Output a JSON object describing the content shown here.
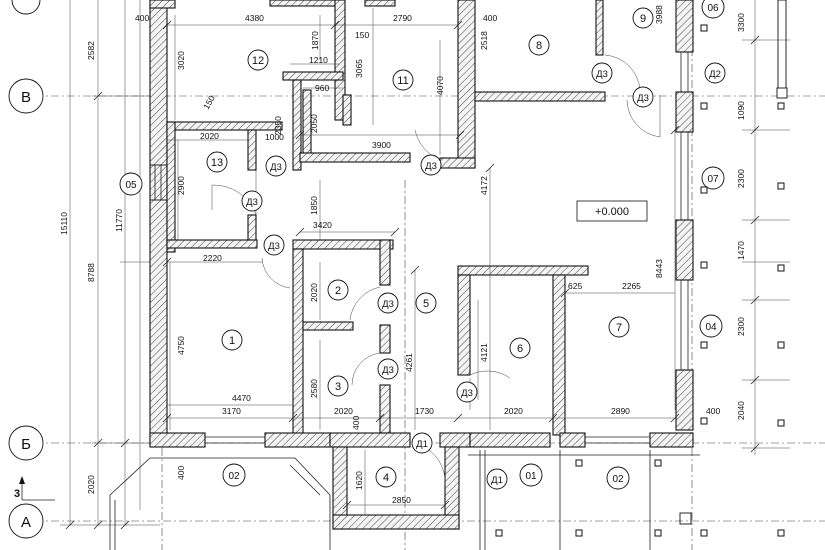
{
  "axes": {
    "a": "А",
    "b": "Б",
    "v": "В"
  },
  "section_mark": "3",
  "rooms": {
    "r1": "1",
    "r2": "2",
    "r3": "3",
    "r4": "4",
    "r5": "5",
    "r6": "6",
    "r7": "7",
    "r8": "8",
    "r9": "9",
    "r11": "11",
    "r12": "12",
    "r13": "13"
  },
  "windows": {
    "o1": "01",
    "o2a": "02",
    "o2b": "02",
    "o4": "04",
    "o5": "05",
    "o6": "06",
    "o7": "07"
  },
  "doors": {
    "d1": "Д1",
    "d2": "Д2",
    "d3": "Д3"
  },
  "level_mark": "+0.000",
  "dims": {
    "d400a": "400",
    "d4380": "4380",
    "d2790": "2790",
    "d400b": "400",
    "d3988": "3988",
    "d3300": "3300",
    "d2582": "2582",
    "d3020": "3020",
    "d1870": "1870",
    "d150a": "150",
    "d1210": "1210",
    "d3065": "3065",
    "d4070": "4070",
    "d2518": "2518",
    "d960": "960",
    "d150b": "150",
    "d2050": "2050",
    "d2350": "2350",
    "d1000": "1000",
    "d2020a": "2020",
    "d3900": "3900",
    "d1090": "1090",
    "d2900": "2900",
    "d11770": "11770",
    "d15110": "15110",
    "d1850": "1850",
    "d3420": "3420",
    "d4172": "4172",
    "d2300a": "2300",
    "d2220": "2220",
    "d1470": "1470",
    "d8443": "8443",
    "d625": "625",
    "d2265": "2265",
    "d8788": "8788",
    "d2020b": "2020",
    "d4750": "4750",
    "d4261": "4261",
    "d4121": "4121",
    "d2300b": "2300",
    "d2580": "2580",
    "d4470": "4470",
    "d3170": "3170",
    "d2020c": "2020",
    "d1730": "1730",
    "d2020d": "2020",
    "d2890": "2890",
    "d400c": "400",
    "d2040": "2040",
    "d400d": "400",
    "d400e": "400",
    "d1620": "1620",
    "d2850": "2850",
    "d2020e": "2020"
  }
}
